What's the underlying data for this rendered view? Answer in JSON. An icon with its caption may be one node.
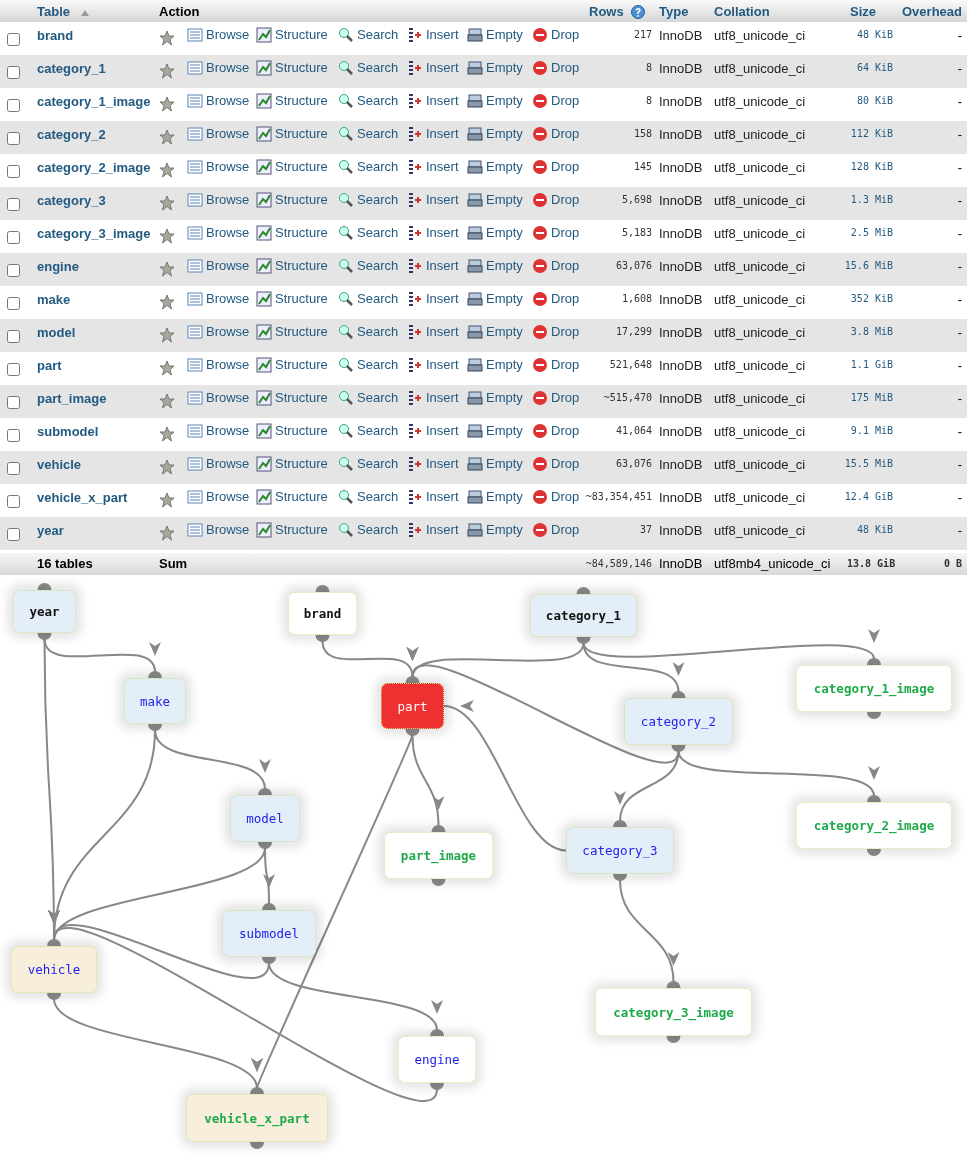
{
  "diagram": {
    "nodes": [
      {
        "text": [
          "year"
        ]
      },
      {
        "text": [
          "brand"
        ]
      },
      {
        "text": [
          "category_1"
        ]
      },
      {
        "text": [
          "category_1_image"
        ]
      },
      {
        "text": [
          "make"
        ]
      },
      {
        "text": [
          "part"
        ]
      },
      {
        "text": [
          "category_2"
        ]
      },
      {
        "text": [
          "model"
        ]
      },
      {
        "text": [
          "category_2_image"
        ]
      },
      {
        "text": [
          "category_3"
        ]
      },
      {
        "text": [
          "part_image"
        ]
      },
      {
        "text": [
          "submodel"
        ]
      },
      {
        "text": [
          "vehicle"
        ]
      },
      {
        "text": [
          "category_3_image"
        ]
      },
      {
        "text": [
          "engine"
        ]
      },
      {
        "text": [
          "vehicle_x_part"
        ]
      }
    ],
    "edges": [
      {
        "from": 0,
        "to": 4,
        "arrow": "to"
      },
      {
        "from": 0,
        "to": 12,
        "arrow": "to"
      },
      {
        "from": 1,
        "to": 5,
        "arrow": "to"
      },
      {
        "from": 2,
        "to": 5,
        "arrow": "to"
      },
      {
        "from": 2,
        "to": 6,
        "arrow": "to"
      },
      {
        "from": 2,
        "to": 3,
        "arrow": "to"
      },
      {
        "from": 4,
        "to": 7,
        "arrow": "to"
      },
      {
        "from": 4,
        "to": 12,
        "arrow": "to"
      },
      {
        "from": 5,
        "to": 10,
        "arrow": "to"
      },
      {
        "from": 5,
        "to": 15,
        "arrow": "to"
      },
      {
        "from": 6,
        "to": 5,
        "arrow": "to"
      },
      {
        "from": 6,
        "to": 9,
        "arrow": "to"
      },
      {
        "from": 6,
        "to": 8,
        "arrow": "to"
      },
      {
        "from": 9,
        "to": 5,
        "arrow": "to"
      },
      {
        "from": 9,
        "to": 13,
        "arrow": "to"
      },
      {
        "from": 7,
        "to": 12,
        "arrow": "to"
      },
      {
        "from": 7,
        "to": 11,
        "arrow": "to"
      },
      {
        "from": 11,
        "to": 12,
        "arrow": "to"
      },
      {
        "from": 11,
        "to": 14,
        "arrow": "to"
      },
      {
        "from": 14,
        "to": 12,
        "arrow": "to"
      },
      {
        "from": 12,
        "to": 15,
        "arrow": "to"
      }
    ],
    "labels": [
      "Table",
      "Action",
      "Rows",
      "Type",
      "Collation",
      "Size",
      "Overhead",
      "brand",
      "Browse",
      "Structure",
      "Search",
      "Insert",
      "Empty",
      "Drop",
      "217",
      "InnoDB",
      "utf8_unicode_ci",
      "48 KiB",
      "-",
      "category_1",
      "Browse",
      "Structure",
      "Search",
      "Insert",
      "Empty",
      "Drop",
      "8",
      "InnoDB",
      "utf8_unicode_ci",
      "64 KiB",
      "-",
      "category_1_image",
      "Browse",
      "Structure",
      "Search",
      "Insert",
      "Empty",
      "Drop",
      "8",
      "InnoDB",
      "utf8_unicode_ci",
      "80 KiB",
      "-",
      "category_2",
      "Browse",
      "Structure",
      "Search",
      "Insert",
      "Empty",
      "Drop",
      "158",
      "InnoDB",
      "utf8_unicode_ci",
      "112 KiB",
      "-",
      "category_2_image",
      "Browse",
      "Structure",
      "Search",
      "Insert",
      "Empty",
      "Drop",
      "145",
      "InnoDB",
      "utf8_unicode_ci",
      "128 KiB",
      "-",
      "category_3",
      "Browse",
      "Structure",
      "Search",
      "Insert",
      "Empty",
      "Drop",
      "5,698",
      "InnoDB",
      "utf8_unicode_ci",
      "1.3 MiB",
      "-",
      "category_3_image",
      "Browse",
      "Structure",
      "Search",
      "Insert",
      "Empty",
      "Drop",
      "5,183",
      "InnoDB",
      "utf8_unicode_ci",
      "2.5 MiB",
      "-",
      "engine",
      "Browse",
      "Structure",
      "Search",
      "Insert",
      "Empty",
      "Drop",
      "63,076",
      "InnoDB",
      "utf8_unicode_ci",
      "15.6 MiB",
      "-",
      "make",
      "Browse",
      "Structure",
      "Search",
      "Insert",
      "Empty",
      "Drop",
      "1,608",
      "InnoDB",
      "utf8_unicode_ci",
      "352 KiB",
      "-",
      "model",
      "Browse",
      "Structure",
      "Search",
      "Insert",
      "Empty",
      "Drop",
      "17,299",
      "InnoDB",
      "utf8_unicode_ci",
      "3.8 MiB",
      "-",
      "part",
      "Browse",
      "Structure",
      "Search",
      "Insert",
      "Empty",
      "Drop",
      "521,648",
      "InnoDB",
      "utf8_unicode_ci",
      "1.1 GiB",
      "-",
      "part_image",
      "Browse",
      "Structure",
      "Search",
      "Insert",
      "Empty",
      "Drop",
      "~515,470",
      "InnoDB",
      "utf8_unicode_ci",
      "175 MiB",
      "-",
      "submodel",
      "Browse",
      "Structure",
      "Search",
      "Insert",
      "Empty",
      "Drop",
      "41,064",
      "InnoDB",
      "utf8_unicode_ci",
      "9.1 MiB",
      "-",
      "vehicle",
      "Browse",
      "Structure",
      "Search",
      "Insert",
      "Empty",
      "Drop",
      "63,076",
      "InnoDB",
      "utf8_unicode_ci",
      "15.5 MiB",
      "-",
      "vehicle_x_part",
      "Browse",
      "Structure",
      "Search",
      "Insert",
      "Empty",
      "Drop",
      "~83,354,451",
      "InnoDB",
      "utf8_unicode_ci",
      "12.4 GiB",
      "-",
      "year",
      "Browse",
      "Structure",
      "Search",
      "Insert",
      "Empty",
      "Drop",
      "37",
      "InnoDB",
      "utf8_unicode_ci",
      "48 KiB",
      "-",
      "16 tables",
      "Sum",
      "~84,589,146",
      "InnoDB",
      "utf8mb4_unicode_ci",
      "13.8 GiB",
      "0 B"
    ]
  }
}
